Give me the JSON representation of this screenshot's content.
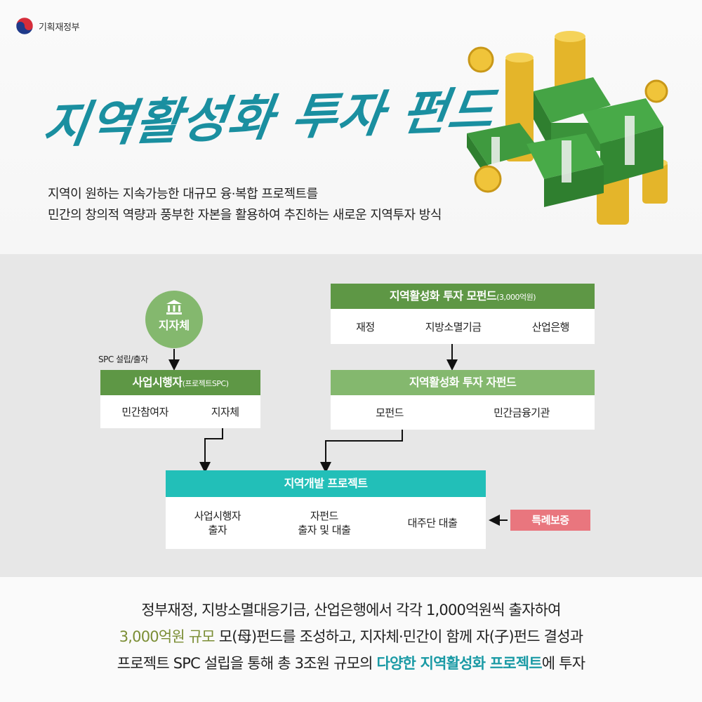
{
  "header": {
    "brand": "기획재정부",
    "title": "지역활성화 투자 펀드",
    "desc_line1": "지역이 원하는 지속가능한 대규모 융·복합 프로젝트를",
    "desc_line2": "민간의 창의적 역량과 풍부한 자본을 활용하여 추진하는 새로운 지역투자 방식"
  },
  "diagram": {
    "local_gov": "지자체",
    "spc_label": "SPC 설립/출자",
    "operator": {
      "title": "사업시행자",
      "title_small": "(프로젝트SPC)",
      "items": [
        "민간참여자",
        "지자체"
      ]
    },
    "mother_fund": {
      "title": "지역활성화 투자 모펀드",
      "title_small": "(3,000억원)",
      "items": [
        "재정",
        "지방소멸기금",
        "산업은행"
      ]
    },
    "child_fund": {
      "title": "지역활성화 투자 자펀드",
      "items": [
        "모펀드",
        "민간금융기관"
      ]
    },
    "project": {
      "title": "지역개발 프로젝트",
      "item1_line1": "사업시행자",
      "item1_line2": "출자",
      "item2_line1": "자펀드",
      "item2_line2": "출자 및 대출",
      "item3": "대주단 대출"
    },
    "special_guarantee": "특례보증"
  },
  "footer": {
    "line1": "정부재정, 지방소멸대응기금, 산업은행에서 각각 1,000억원씩 출자하여",
    "line2_highlight": "3,000억원 규모",
    "line2_rest": " 모(母)펀드를 조성하고, 지자체·민간이 함께 자(子)펀드 결성과",
    "line3_start": "프로젝트 SPC 설립을 통해 총 3조원 규모의 ",
    "line3_highlight": "다양한 지역활성화 프로젝트",
    "line3_end": "에 투자"
  },
  "colors": {
    "dark_green": "#5e9745",
    "light_green": "#84b86e",
    "teal": "#22bfb8",
    "pink": "#e9767e",
    "title_teal": "#1a8fa0"
  },
  "icons": [
    "taegeuk-logo-icon",
    "bank-building-icon",
    "money-stack-illustration"
  ]
}
